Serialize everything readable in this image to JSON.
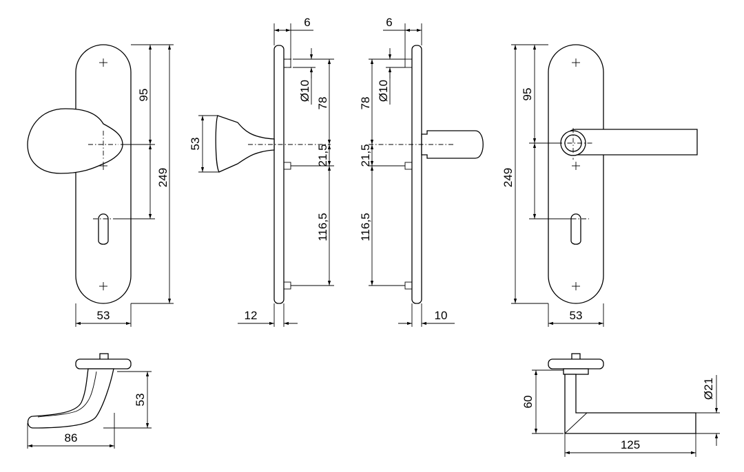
{
  "dimensions": {
    "front_left_height_upper": "95",
    "front_left_height_total": "249",
    "front_left_width": "53",
    "side_left_knob_height": "53",
    "side_left_plate_offset": "6",
    "side_left_hole_dia": "Ø10",
    "side_left_upper": "78",
    "side_left_middle": "21,5",
    "side_left_lower": "116,5",
    "side_left_thickness": "12",
    "side_right_plate_offset": "6",
    "side_right_hole_dia": "Ø10",
    "side_right_upper": "78",
    "side_right_middle": "21,5",
    "side_right_lower": "116,5",
    "side_right_thickness": "10",
    "front_right_height_upper": "95",
    "front_right_height_total": "249",
    "front_right_width": "53",
    "knob_top_height": "53",
    "knob_top_length": "86",
    "lever_top_height": "60",
    "lever_top_dia": "Ø21",
    "lever_top_length": "125"
  }
}
